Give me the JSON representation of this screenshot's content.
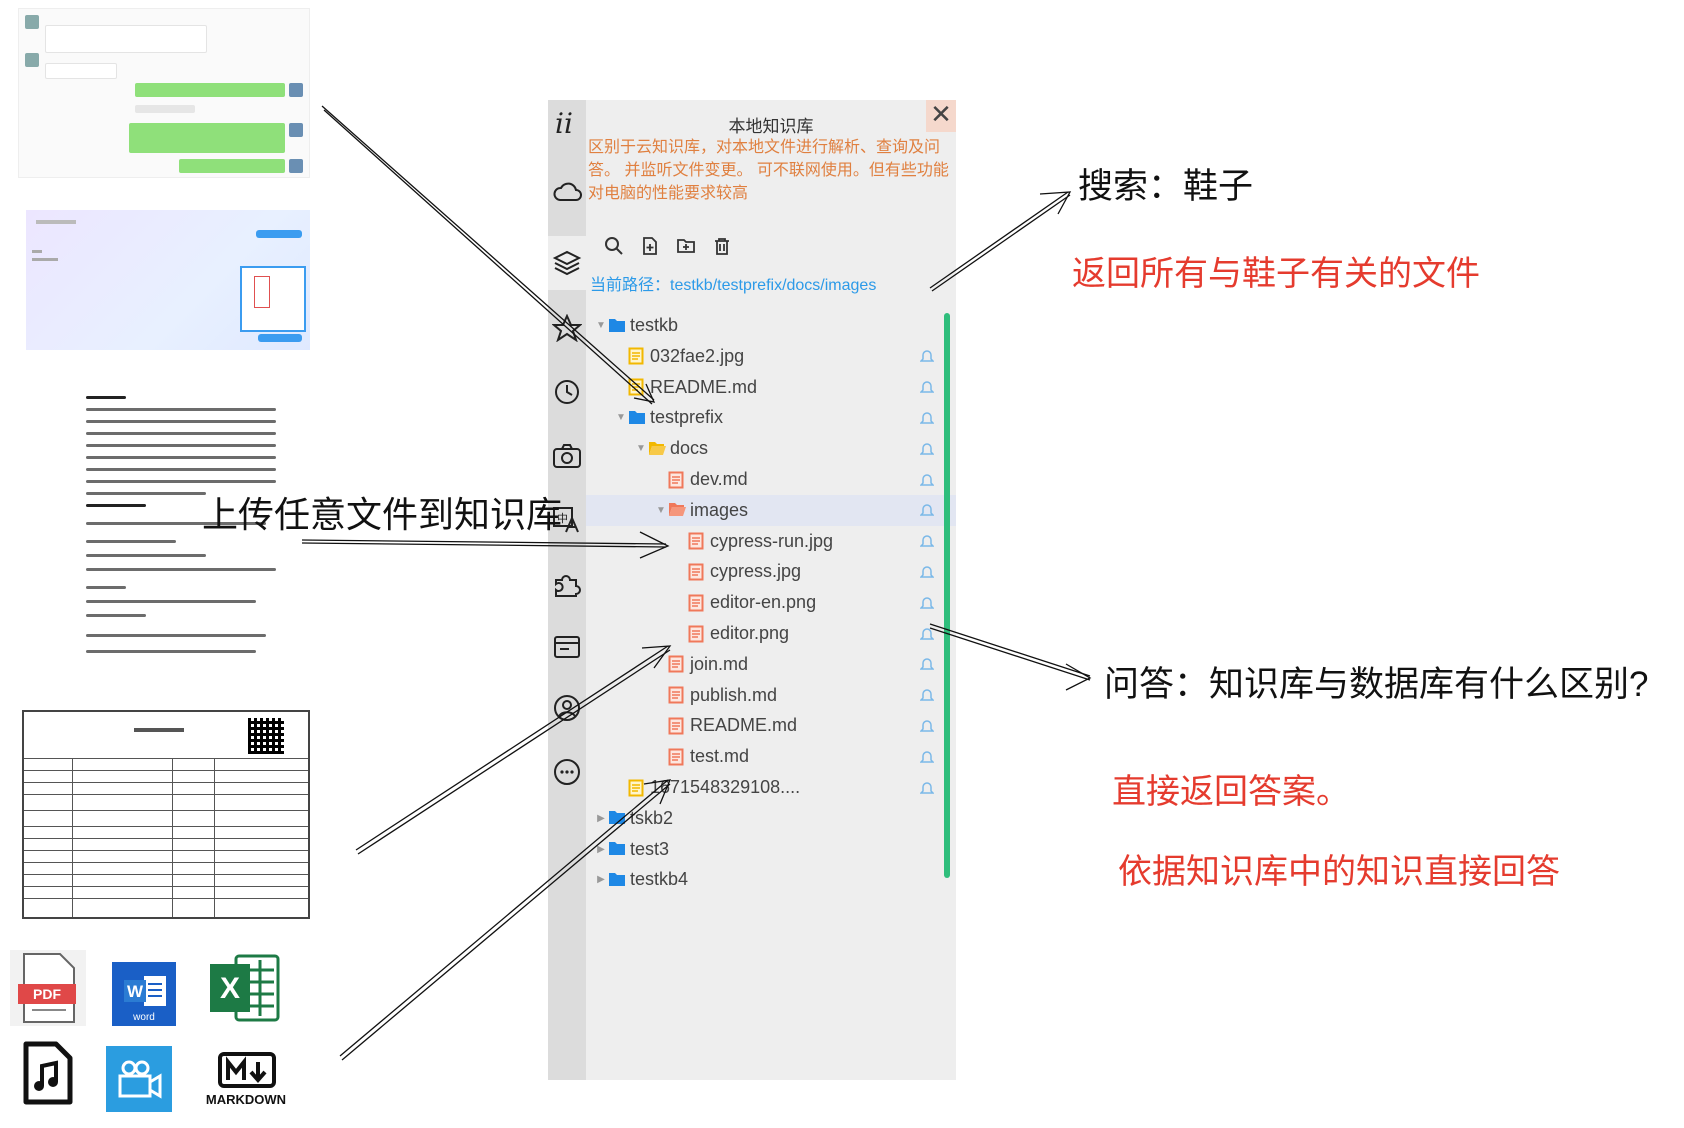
{
  "panel": {
    "title": "本地知识库",
    "close": "✕",
    "description": "区别于云知识库，对本地文件进行解析、查询及问答。 并监听文件变更。 可不联网使用。但有些功能对电脑的性能要求较高",
    "path_label": "当前路径：",
    "path_value": "testkb/testprefix/docs/images",
    "toolbar": [
      "search-icon",
      "new-file-icon",
      "new-folder-icon",
      "delete-icon"
    ],
    "rail": [
      "logo-icon",
      "cloud-icon",
      "knowledge-base-icon",
      "star-icon",
      "clock-icon",
      "camera-icon",
      "translate-icon",
      "plugin-icon",
      "folder-card-icon",
      "user-icon",
      "more-icon"
    ],
    "tree": [
      {
        "label": "testkb",
        "kind": "folder",
        "depth": 0,
        "expanded": true
      },
      {
        "label": "032fae2.jpg",
        "kind": "file-yellow",
        "depth": 1
      },
      {
        "label": "README.md",
        "kind": "file-yellow",
        "depth": 1
      },
      {
        "label": "testprefix",
        "kind": "folder",
        "depth": 1,
        "expanded": true
      },
      {
        "label": "docs",
        "kind": "folder-open",
        "depth": 2,
        "expanded": true
      },
      {
        "label": "dev.md",
        "kind": "file-red",
        "depth": 3
      },
      {
        "label": "images",
        "kind": "folder-red",
        "depth": 3,
        "expanded": true,
        "selected": true
      },
      {
        "label": "cypress-run.jpg",
        "kind": "file-red",
        "depth": 4
      },
      {
        "label": "cypress.jpg",
        "kind": "file-red",
        "depth": 4
      },
      {
        "label": "editor-en.png",
        "kind": "file-red",
        "depth": 4
      },
      {
        "label": "editor.png",
        "kind": "file-red",
        "depth": 4
      },
      {
        "label": "join.md",
        "kind": "file-red",
        "depth": 3
      },
      {
        "label": "publish.md",
        "kind": "file-red",
        "depth": 3
      },
      {
        "label": "README.md",
        "kind": "file-red",
        "depth": 3
      },
      {
        "label": "test.md",
        "kind": "file-red",
        "depth": 3
      },
      {
        "label": "1671548329108....",
        "kind": "file-yellow",
        "depth": 1
      },
      {
        "label": "tskb2",
        "kind": "folder",
        "depth": 0
      },
      {
        "label": "test3",
        "kind": "folder",
        "depth": 0
      },
      {
        "label": "testkb4",
        "kind": "folder",
        "depth": 0
      }
    ]
  },
  "annotations": {
    "upload": "上传任意文件到知识库",
    "search": "搜索：鞋子",
    "search_result": "返回所有与鞋子有关的文件",
    "qa": "问答：知识库与数据库有什么区别?",
    "qa_result_1": "直接返回答案。",
    "qa_result_2": "依据知识库中的知识直接回答"
  },
  "file_types": {
    "pdf": "PDF",
    "word": "word",
    "excel": "X",
    "markdown": "MARKDOWN"
  },
  "colors": {
    "accent_green": "#2fbe7c",
    "path_blue": "#2c9ae8",
    "desc_orange": "#e08040",
    "annotation_red": "#e53b2e",
    "folder_blue": "#1e88e5",
    "file_yellow": "#f2b800",
    "file_red": "#f0785a"
  }
}
